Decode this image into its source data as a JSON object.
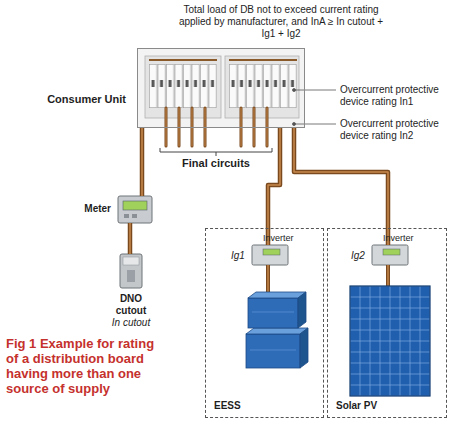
{
  "diagram": {
    "caption": "Fig 1 Example for rating of a distribution board having more than one source of supply",
    "nodes": [
      {
        "text": [
          "Consumer Unit"
        ]
      },
      {
        "text": [
          "Meter"
        ]
      },
      {
        "text": [
          "DNO cutout",
          "In cutout"
        ]
      },
      {
        "text": [
          "EESS"
        ]
      },
      {
        "text": [
          "Inverter"
        ],
        "in": 3
      },
      {
        "text": [
          "Solar PV"
        ]
      },
      {
        "text": [
          "Inverter"
        ],
        "in": 5
      }
    ],
    "edges": [
      {
        "from": 2,
        "to": 1,
        "arrow": "none"
      },
      {
        "from": 1,
        "to": 0,
        "arrow": "none"
      },
      {
        "from": 4,
        "to": 0,
        "arrow": "none"
      },
      {
        "from": 6,
        "to": 0,
        "arrow": "none"
      }
    ],
    "labels": [
      "Total load of DB not to exceed current rating applied by manufacturer, and InA ≥ In cutout + Ig1 + Ig2",
      "Overcurrent protective device rating In1",
      "Overcurrent protective device rating In2",
      "Final circuits",
      "Ig1",
      "Ig2"
    ]
  }
}
